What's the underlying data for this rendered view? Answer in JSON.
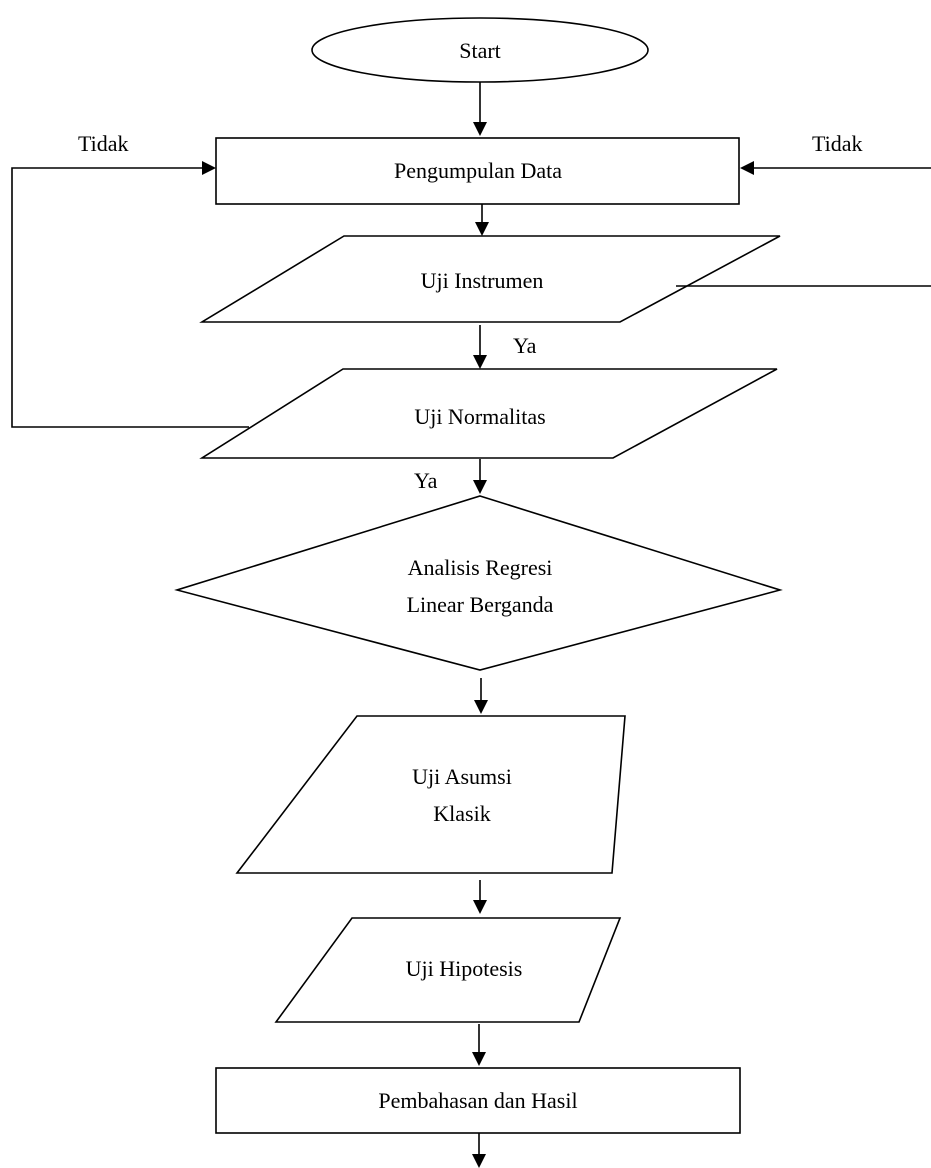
{
  "flowchart": {
    "start": "Start",
    "collect": "Pengumpulan Data",
    "instrument": "Uji Instrumen",
    "normality": "Uji Normalitas",
    "regression": [
      "Analisis Regresi",
      "Linear Berganda"
    ],
    "classic": [
      "Uji Asumsi",
      "Klasik"
    ],
    "hypothesis": "Uji Hipotesis",
    "result": "Pembahasan dan Hasil"
  },
  "labels": {
    "no_left": "Tidak",
    "no_right": "Tidak",
    "yes_instrument": "Ya",
    "yes_normality": "Ya"
  },
  "colors": {
    "stroke": "#000000",
    "fill": "#ffffff"
  }
}
